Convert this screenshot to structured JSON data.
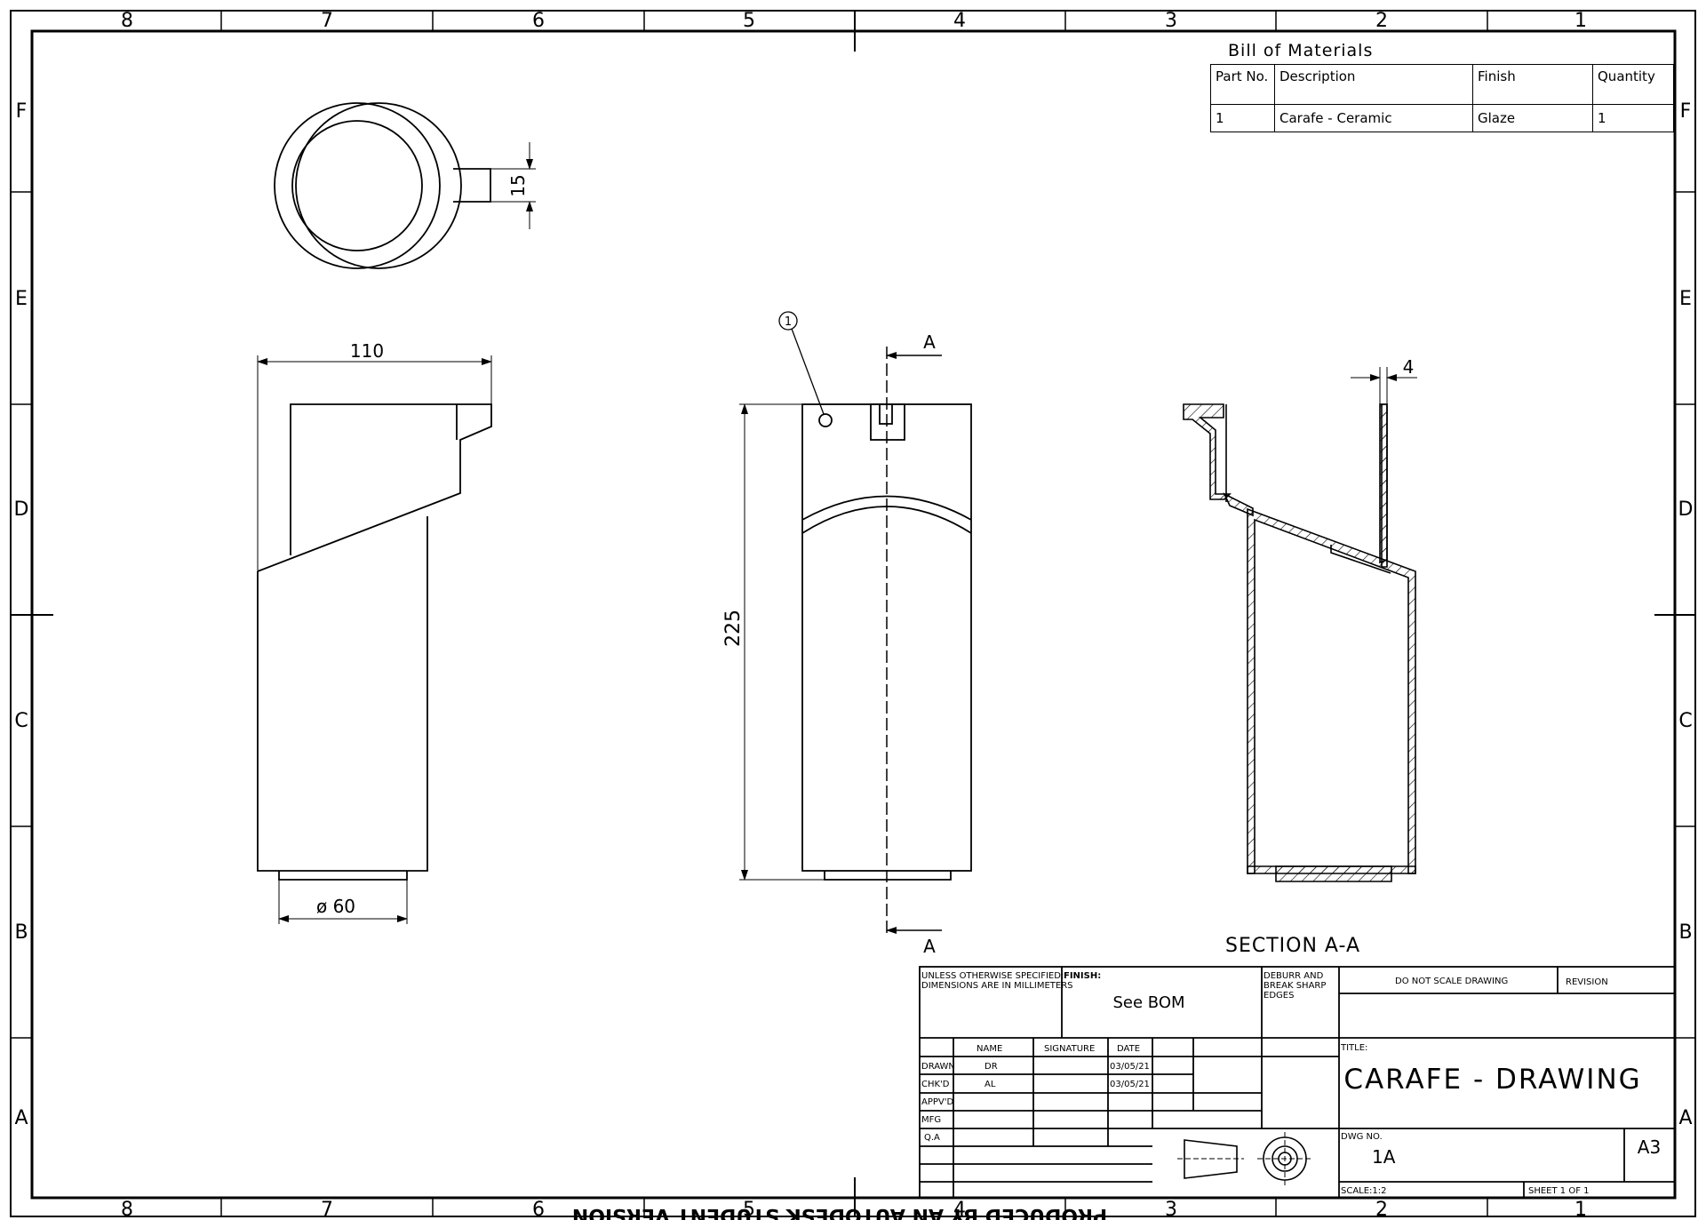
{
  "sheet": {
    "zones_cols": [
      "8",
      "7",
      "6",
      "5",
      "4",
      "3",
      "2",
      "1"
    ],
    "zones_rows": [
      "F",
      "E",
      "D",
      "C",
      "B",
      "A"
    ],
    "watermark": "PRODUCED BY AN AUTODESK STUDENT VERSION"
  },
  "bom": {
    "title": "Bill of Materials",
    "headers": [
      "Part No.",
      "Description",
      "Finish",
      "Quantity"
    ],
    "rows": [
      [
        "1",
        "Carafe - Ceramic",
        "Glaze",
        "1"
      ]
    ]
  },
  "views": {
    "dim_width": "110",
    "dim_base": "ø 60",
    "dim_handle": "15",
    "dim_height": "225",
    "dim_wall": "4",
    "balloon": "1",
    "section_mark": "A",
    "section_title": "SECTION A-A"
  },
  "title_block": {
    "tolerance_note": [
      "UNLESS OTHERWISE SPECIFIED:",
      "DIMENSIONS ARE IN MILLIMETERS"
    ],
    "finish_label": "FINISH:",
    "finish_value": "See BOM",
    "deburr_note": [
      "DEBURR AND",
      "BREAK SHARP",
      "EDGES"
    ],
    "no_scale": "DO NOT SCALE DRAWING",
    "revision_label": "REVISION",
    "col_name": "NAME",
    "col_signature": "SIGNATURE",
    "col_date": "DATE",
    "rows": [
      {
        "role": "DRAWN",
        "name": "DR",
        "date": "03/05/21"
      },
      {
        "role": "CHK'D",
        "name": "AL",
        "date": "03/05/21"
      },
      {
        "role": "APPV'D",
        "name": "",
        "date": ""
      },
      {
        "role": "MFG",
        "name": "",
        "date": ""
      },
      {
        "role": "Q.A",
        "name": "",
        "date": ""
      }
    ],
    "title_label": "TITLE:",
    "title_value": "CARAFE - DRAWING",
    "dwg_label": "DWG NO.",
    "dwg_value": "1A",
    "size": "A3",
    "scale": "SCALE:1:2",
    "sheet": "SHEET 1 OF 1"
  }
}
